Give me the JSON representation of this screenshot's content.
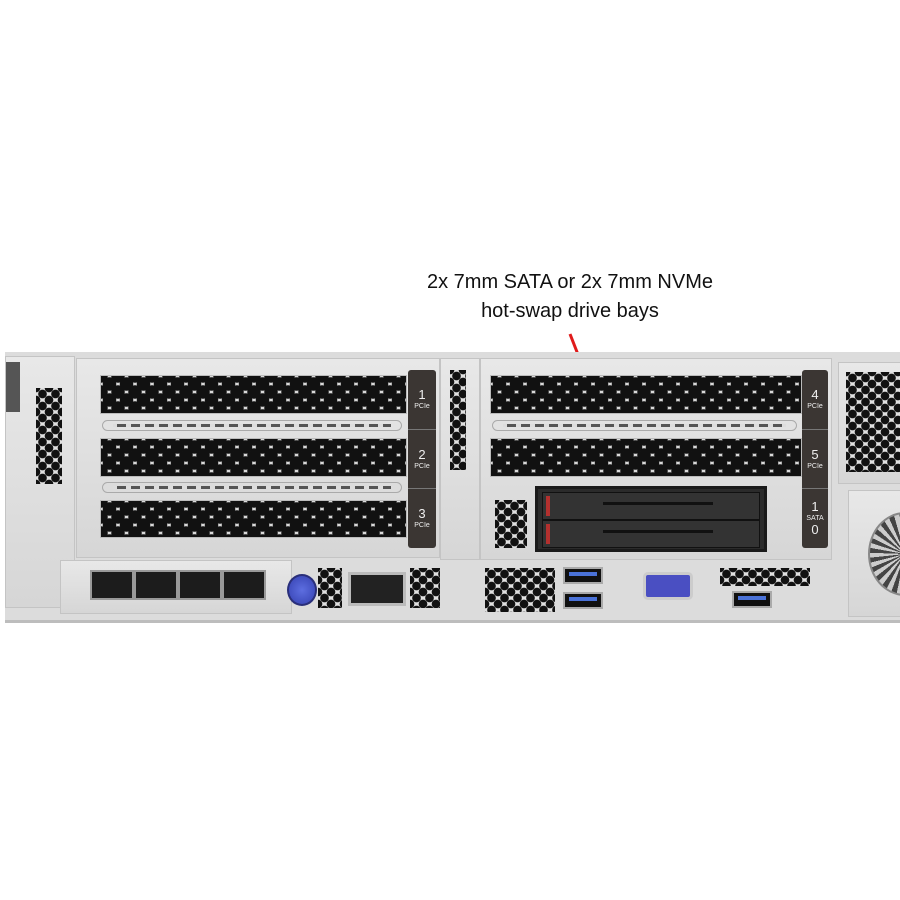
{
  "annotation": {
    "line1": "2x 7mm SATA or 2x 7mm NVMe",
    "line2": "hot-swap drive bays",
    "arrow_color": "#e01b1b"
  },
  "left_riser_tab": [
    {
      "num": "1",
      "type": "PCIe"
    },
    {
      "num": "2",
      "type": "PCIe"
    },
    {
      "num": "3",
      "type": "PCIe"
    }
  ],
  "right_riser_tab": [
    {
      "num": "4",
      "type": "PCIe"
    },
    {
      "num": "5",
      "type": "PCIe"
    },
    {
      "num": "1",
      "type": "SATA",
      "num2": "0"
    }
  ],
  "icons": [
    "hex-vent",
    "thumbscrew-icon",
    "rj45-port-icon",
    "usb-port-icon",
    "vga-port-icon",
    "fan-icon",
    "sfp-port-icon"
  ],
  "colors": {
    "chassis": "#dcdcdc",
    "tab": "#3b3633",
    "drive_latch": "#b3302e",
    "usb_blue": "#4a72d8",
    "vga_blue": "#4a4fc2",
    "screw_blue": "#4a5ad0"
  }
}
